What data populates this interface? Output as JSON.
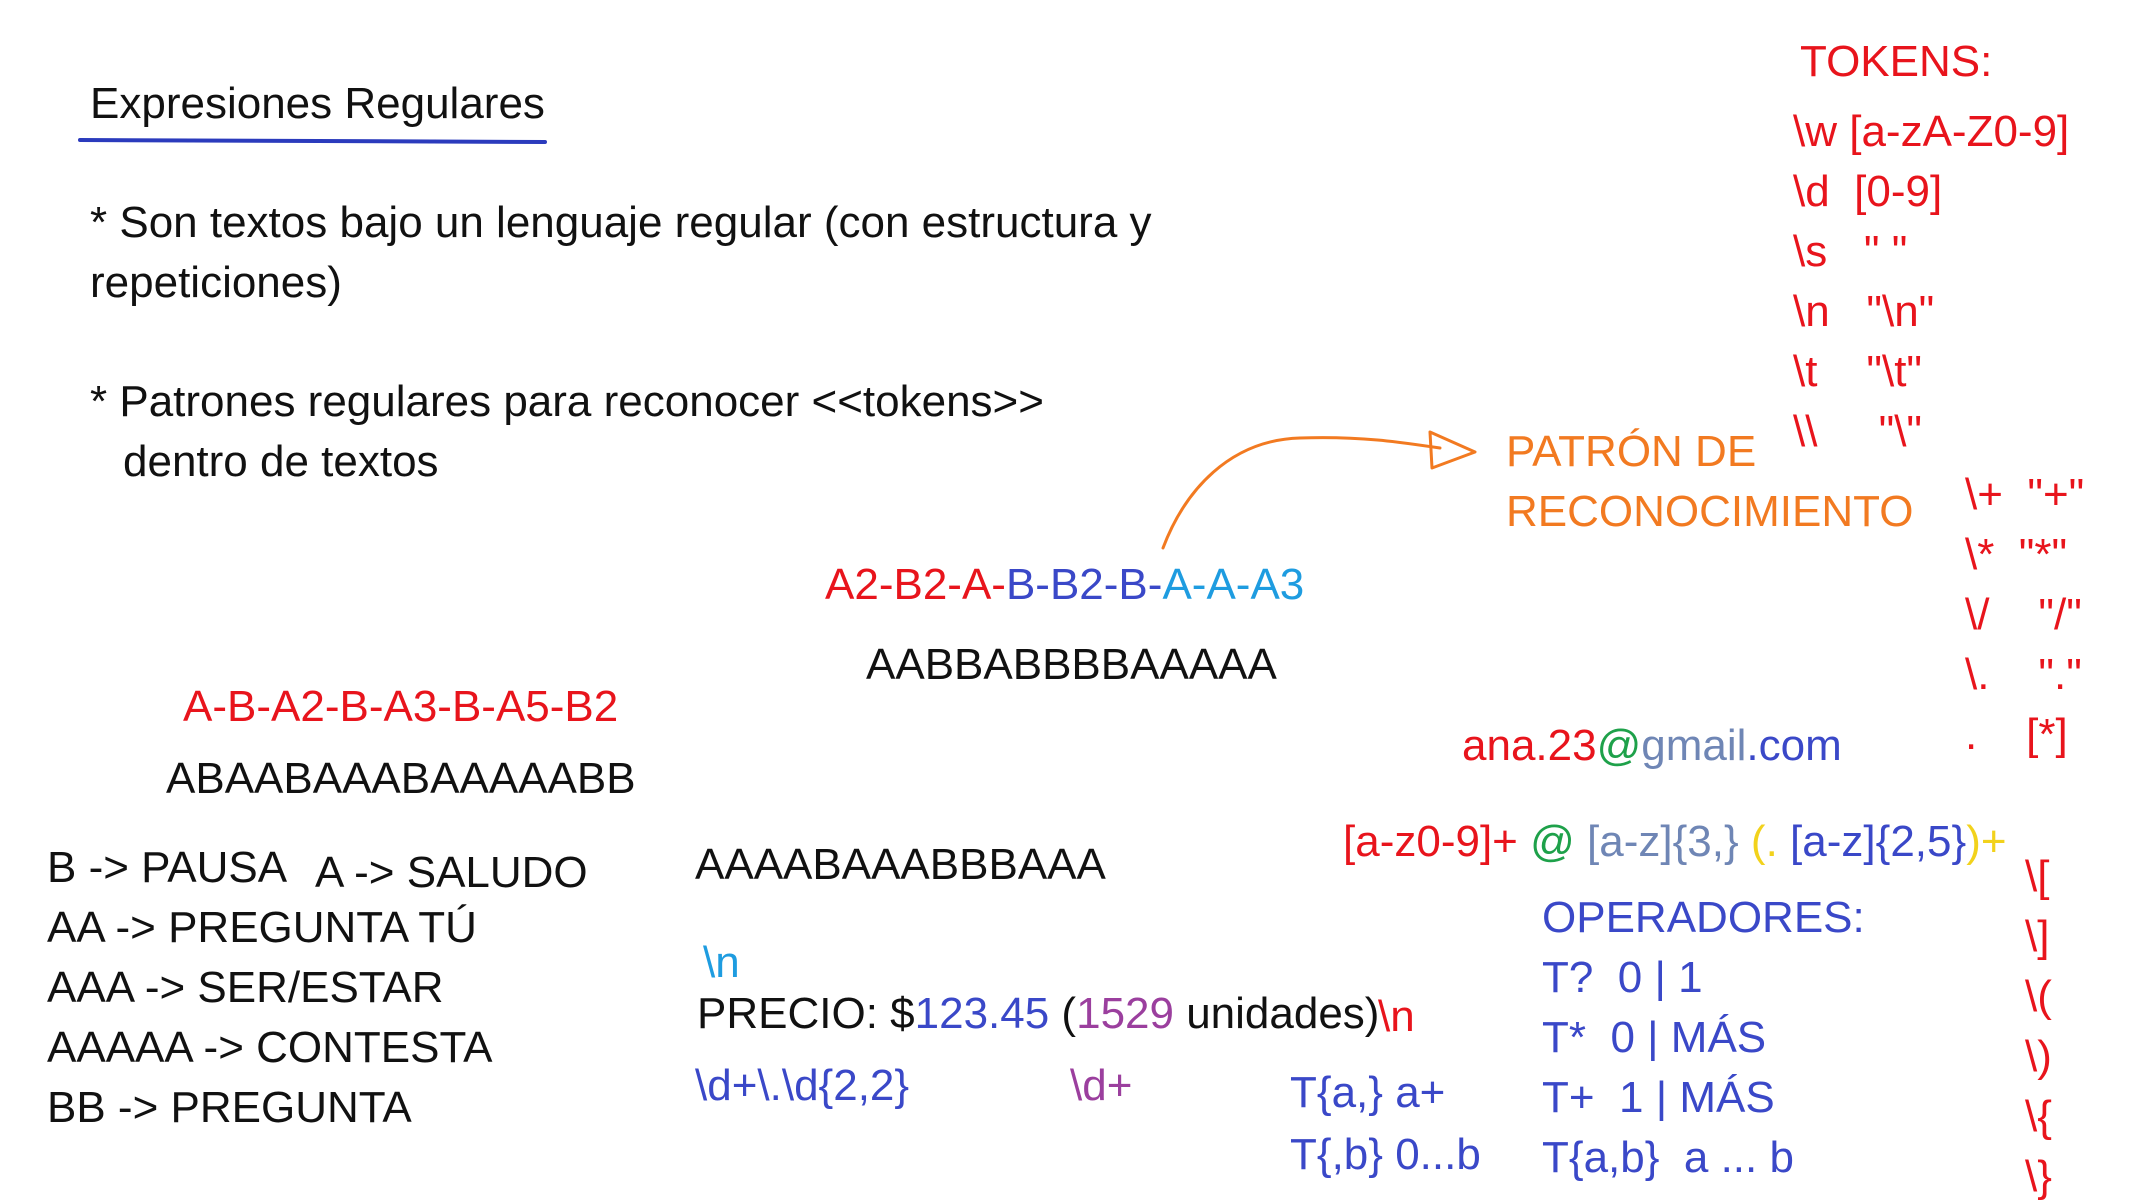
{
  "colors": {
    "black": "#111111",
    "red": "#e8141c",
    "blue": "#3a48c8",
    "cyan": "#1e9ce0",
    "orange": "#f27a21",
    "green": "#1ea14a",
    "gray_blue": "#6f86b5",
    "purple": "#9b3f9e",
    "yellow": "#f2d21c",
    "title_underline": "#2b3bbd"
  },
  "title": "Expresiones Regulares",
  "bullets": {
    "b1_line1": "* Son textos bajo un lenguaje regular (con estructura y",
    "b1_line2": "repeticiones)",
    "b2_line1": "* Patrones regulares para reconocer <<tokens>>",
    "b2_line2": "dentro de textos"
  },
  "tokens": {
    "heading": "TOKENS:",
    "rows": [
      "\\w [a-zA-Z0-9]",
      "\\d  [0-9]",
      "\\s   \" \"",
      "\\n   \"\\n\"",
      "\\t    \"\\t\"",
      "\\\\     \"\\\""
    ],
    "escapes": [
      "\\+  \"+\"",
      "\\*  \"*\"",
      "\\/    \"/\"",
      "\\.    \".\"",
      ".    [*]"
    ],
    "brackets": [
      "\\[",
      "\\]",
      "\\(",
      "\\)",
      "\\{",
      "\\}"
    ]
  },
  "pattern_label": {
    "line1": "PATRÓN DE",
    "line2": "RECONOCIMIENTO"
  },
  "sequence_center": {
    "red_part": "A2-B2-A-",
    "blue_part": "B-B2-B-",
    "cyan_part": "A-A-A3",
    "raw": "AABBABBBBAAAAA"
  },
  "sequence_left": {
    "tokens": "A-B-A2-B-A3-B-A5-B2",
    "raw": "ABAABAAABAAAAABB"
  },
  "legend": {
    "pausa": "B -> PAUSA",
    "saludo": "A -> SALUDO",
    "pregunta_tu": "AA -> PREGUNTA TÚ",
    "ser_estar": "AAA -> SER/ESTAR",
    "contesta": "AAAAA -> CONTESTA",
    "pregunta": "BB -> PREGUNTA"
  },
  "sequence_third": "AAAABAAABBBAAA",
  "email": {
    "user": "ana.23",
    "at": "@",
    "domain": "gmail",
    "tld": ".com"
  },
  "email_regex": {
    "user": "[a-z0-9]+",
    "at": "@",
    "domain": "[a-z]{3,}",
    "open": "(",
    "dot": ".",
    "tld": "[a-z]{2,5}",
    "close": ")+"
  },
  "price": {
    "newline_top": "\\n",
    "label": "PRECIO: $",
    "amount": "123.45",
    "open": " (",
    "units": "1529",
    "units_text": " unidades)",
    "newline_end": "\\n",
    "regex_amount": "\\d+\\.\\d{2,2}",
    "regex_units": "\\d+"
  },
  "quantifiers": {
    "a_plus": "T{a,} a+",
    "zero_b": "T{,b} 0...b"
  },
  "operators": {
    "heading": "OPERADORES:",
    "optional": "T?  0 | 1",
    "star": "T*  0 | MÁS",
    "plus": "T+  1 | MÁS",
    "range": "T{a,b}  a ... b"
  }
}
